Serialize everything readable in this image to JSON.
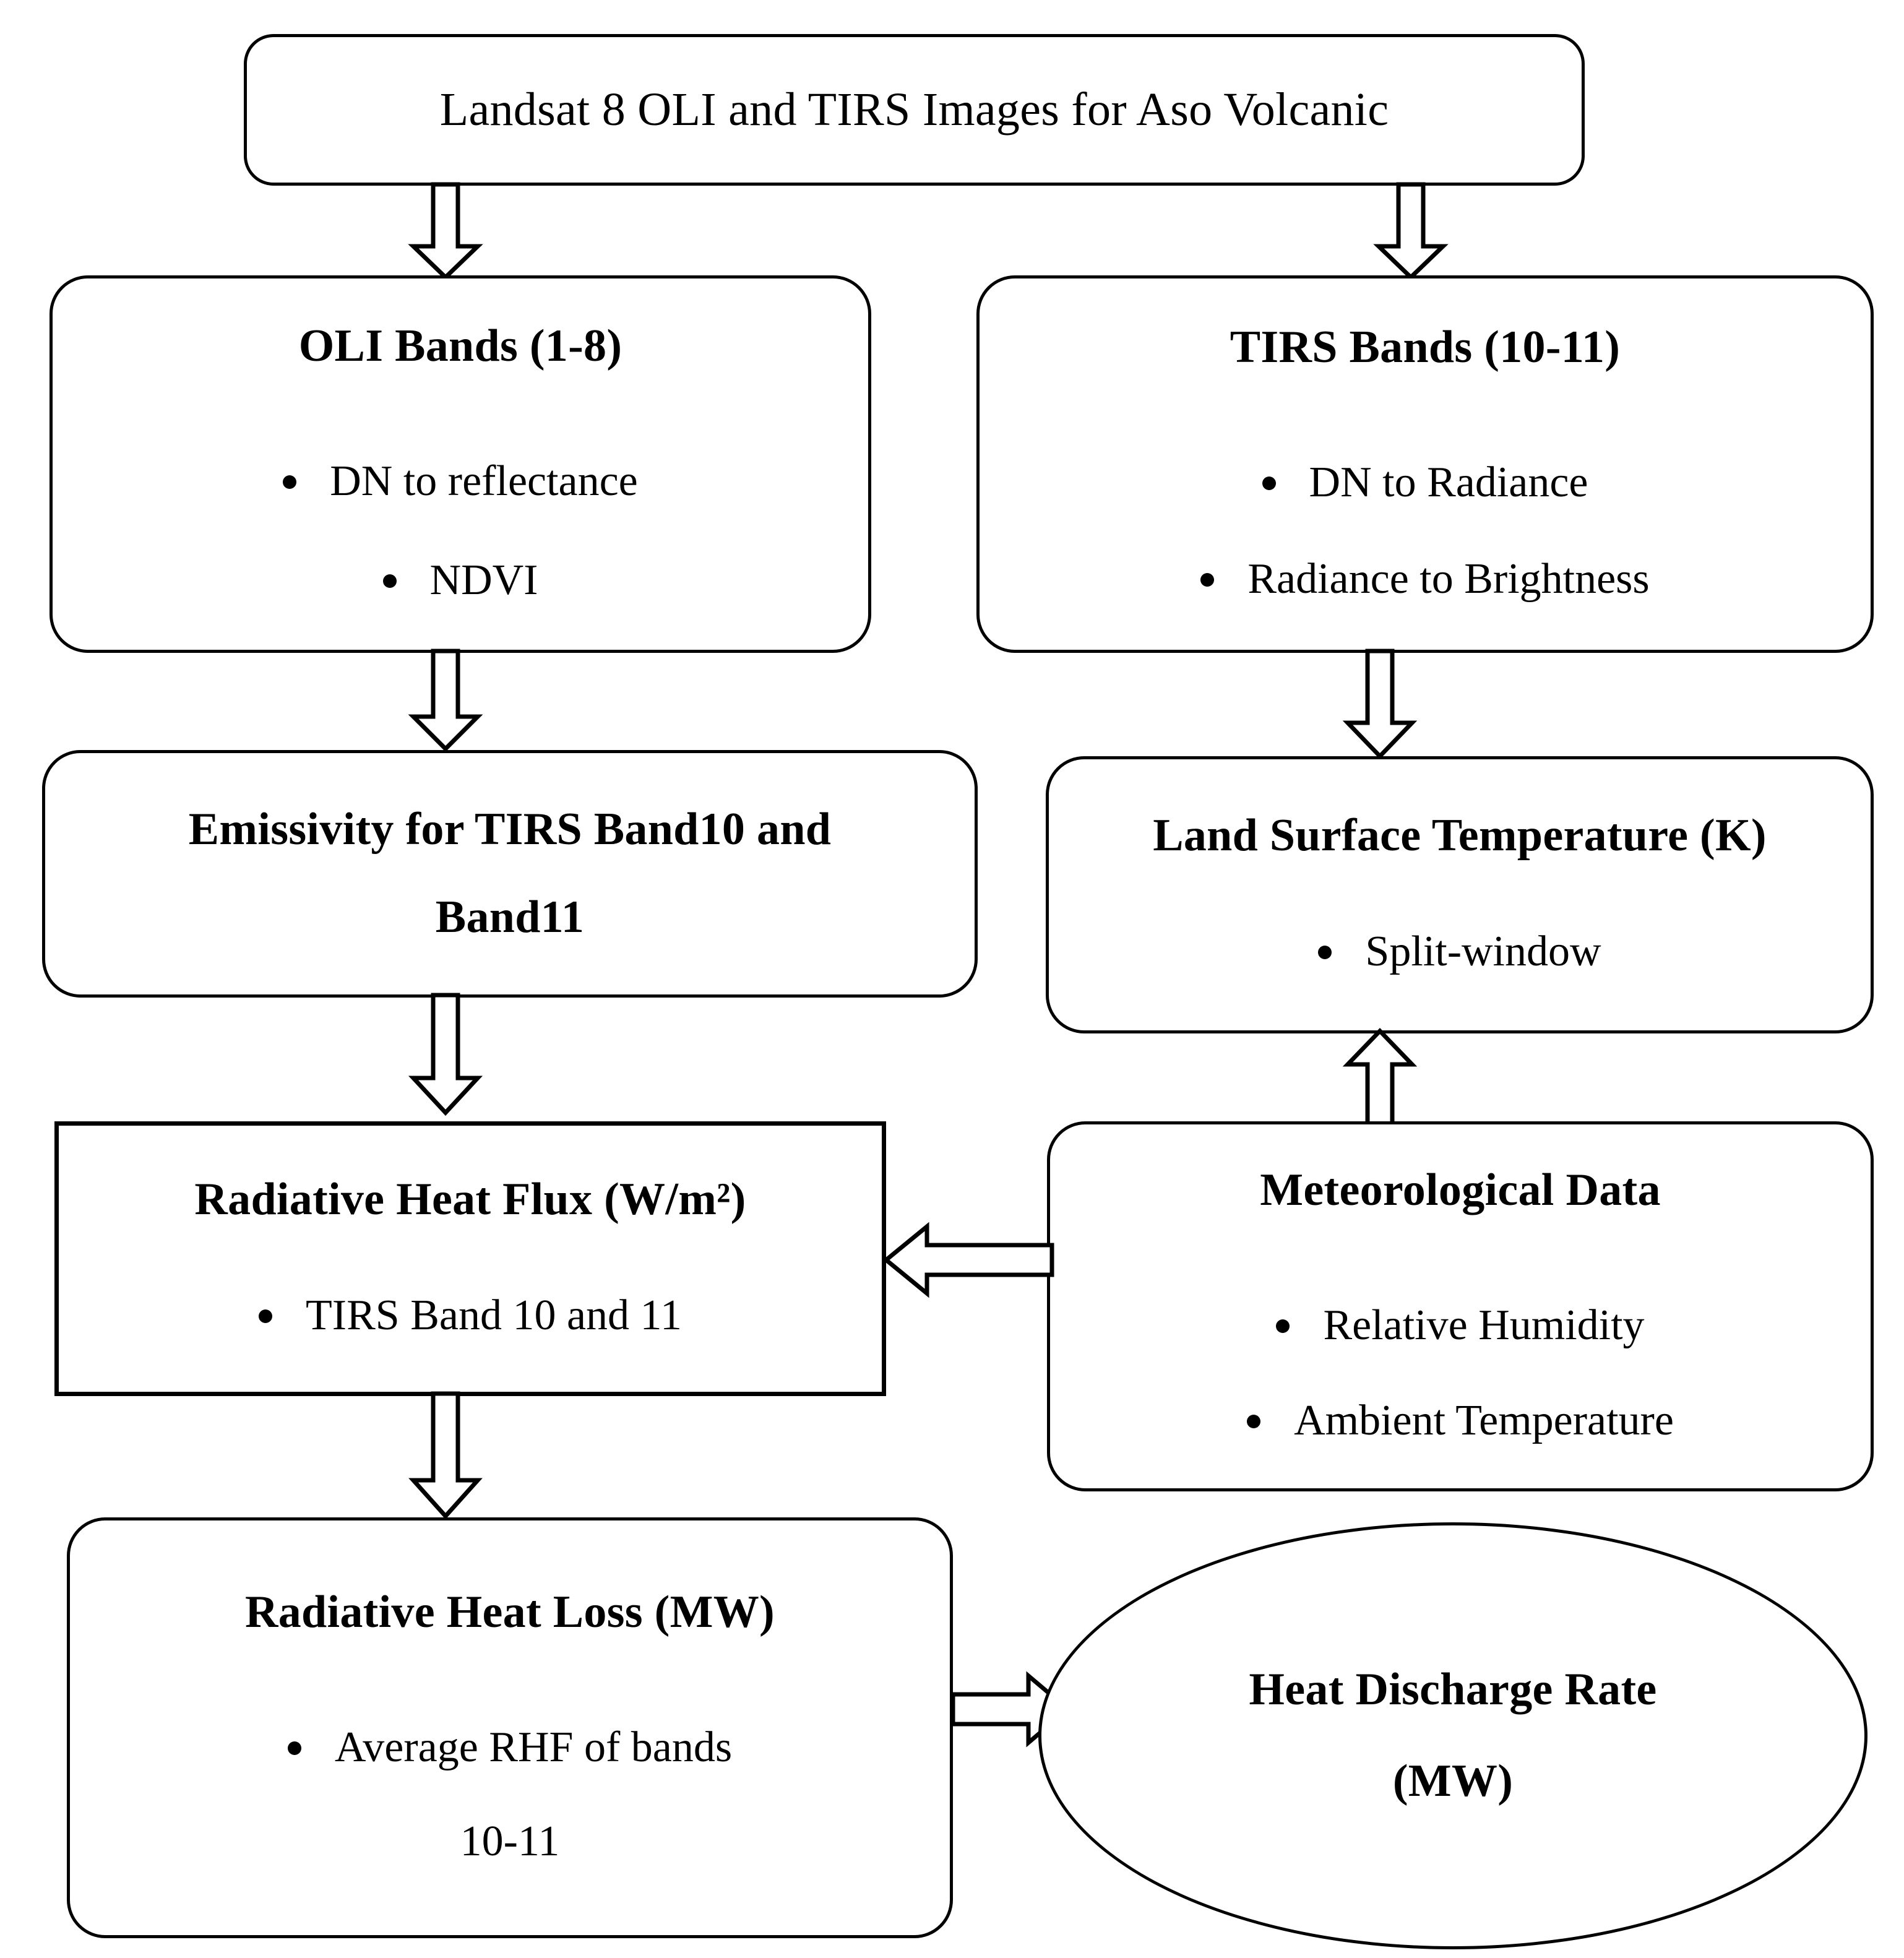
{
  "diagram": {
    "type": "flowchart",
    "title": "Landsat 8 thermal remote sensing processing workflow",
    "nodes": {
      "source": {
        "title": "Landsat 8 OLI and TIRS Images for Aso Volcanic",
        "shape": "rounded-rectangle"
      },
      "oli_bands": {
        "title": "OLI Bands (1-8)",
        "shape": "rounded-rectangle",
        "bullets": [
          "DN to reflectance",
          "NDVI"
        ]
      },
      "tirs_bands": {
        "title": "TIRS Bands (10-11)",
        "shape": "rounded-rectangle",
        "bullets": [
          "DN to Radiance",
          "Radiance to Brightness"
        ]
      },
      "emissivity": {
        "title_line1": "Emissivity for TIRS Band10 and",
        "title_line2": "Band11",
        "shape": "rounded-rectangle"
      },
      "lst": {
        "title": "Land Surface Temperature (K)",
        "shape": "rounded-rectangle",
        "bullets": [
          "Split-window"
        ]
      },
      "rhf": {
        "title": "Radiative Heat Flux (W/m²)",
        "shape": "rectangle",
        "bullets": [
          "TIRS Band 10 and 11"
        ]
      },
      "meteo": {
        "title": "Meteorological Data",
        "shape": "rounded-rectangle",
        "bullets": [
          "Relative Humidity",
          "Ambient Temperature"
        ]
      },
      "rhl": {
        "title": "Radiative Heat Loss (MW)",
        "shape": "rounded-rectangle",
        "bullets": [
          "Average RHF of bands"
        ],
        "continuation": "10-11"
      },
      "hdr": {
        "title_line1": "Heat Discharge Rate",
        "title_line2": "(MW)",
        "shape": "ellipse"
      }
    },
    "edges": [
      {
        "name": "source-to-oli",
        "from": "source",
        "to": "oli_bands",
        "direction": "down"
      },
      {
        "name": "source-to-tirs",
        "from": "source",
        "to": "tirs_bands",
        "direction": "down"
      },
      {
        "name": "oli-to-emissivity",
        "from": "oli_bands",
        "to": "emissivity",
        "direction": "down"
      },
      {
        "name": "tirs-to-lst",
        "from": "tirs_bands",
        "to": "lst",
        "direction": "down"
      },
      {
        "name": "emissivity-to-rhf",
        "from": "emissivity",
        "to": "rhf",
        "direction": "down"
      },
      {
        "name": "meteo-to-lst",
        "from": "meteo",
        "to": "lst",
        "direction": "up"
      },
      {
        "name": "meteo-to-rhf",
        "from": "meteo",
        "to": "rhf",
        "direction": "left"
      },
      {
        "name": "rhf-to-rhl",
        "from": "rhf",
        "to": "rhl",
        "direction": "down"
      },
      {
        "name": "rhl-to-hdr",
        "from": "rhl",
        "to": "hdr",
        "direction": "right"
      }
    ],
    "colors": {
      "stroke": "#000000",
      "fill": "#ffffff",
      "text": "#000000"
    }
  }
}
